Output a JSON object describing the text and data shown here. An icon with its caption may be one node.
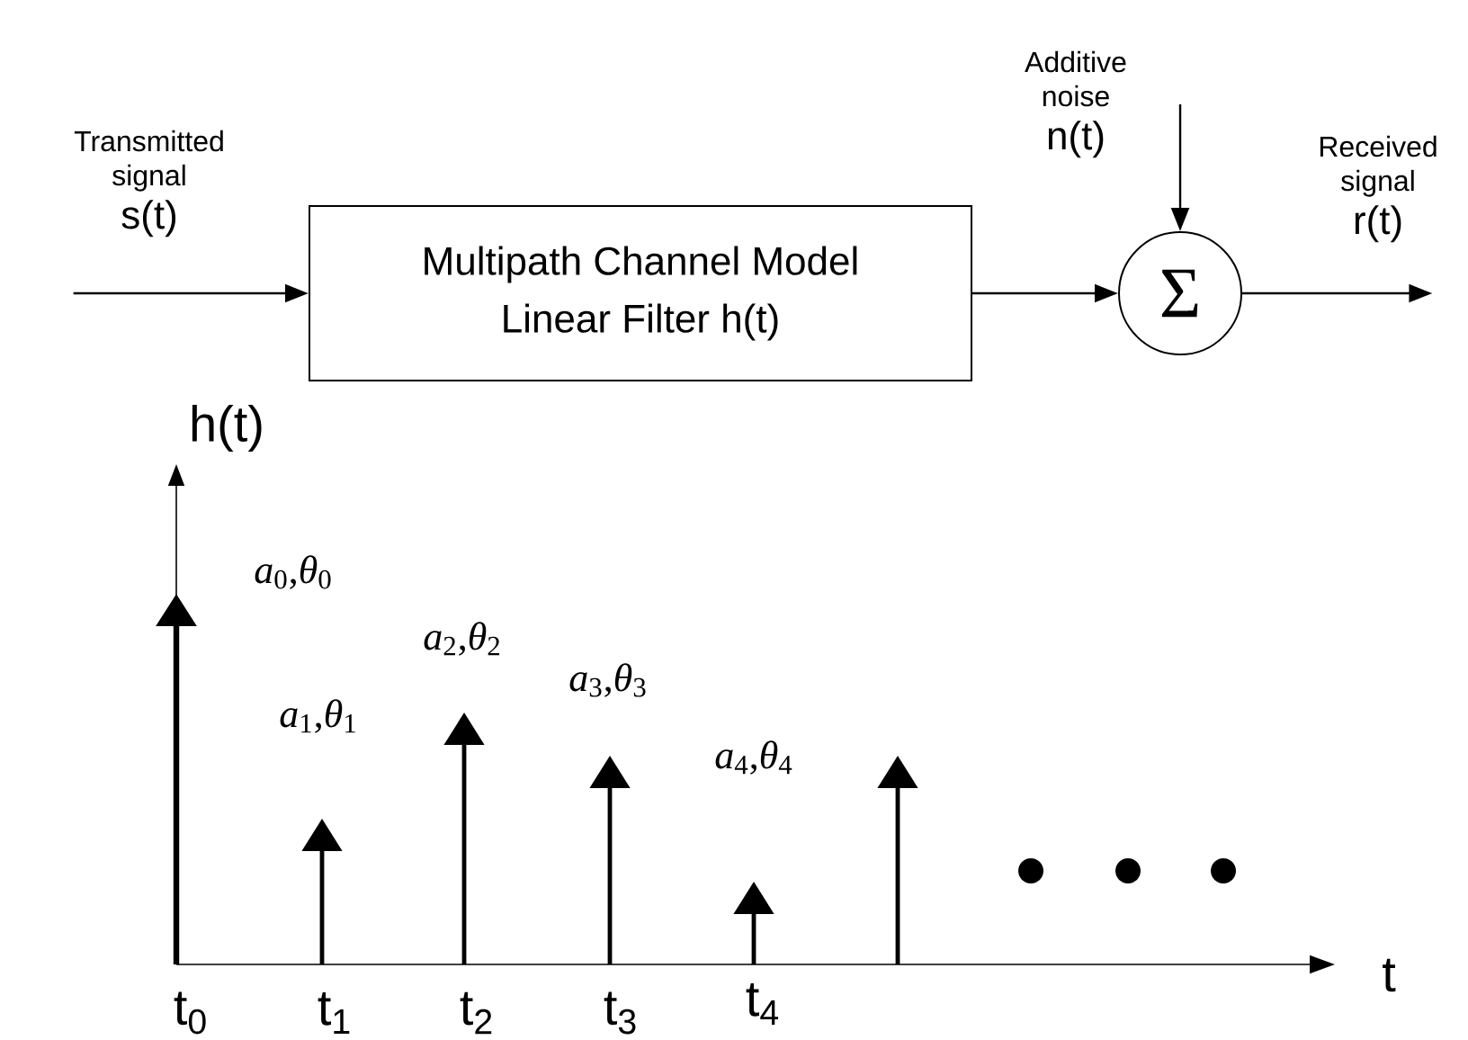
{
  "diagram": {
    "nodes": [
      {
        "text": [
          "Transmitted signal",
          "s(t)"
        ]
      },
      {
        "text": [
          "Multipath Channel Model",
          "Linear Filter h(t)"
        ]
      },
      {
        "text": [
          "Additive noise",
          "n(t)"
        ]
      },
      {
        "text": [
          "Σ"
        ]
      },
      {
        "text": [
          "Received signal",
          "r(t)"
        ]
      }
    ],
    "edges": [
      {
        "from": 0,
        "to": 1,
        "arrow": "to"
      },
      {
        "from": 1,
        "to": 3,
        "arrow": "to"
      },
      {
        "from": 2,
        "to": 3,
        "arrow": "to"
      },
      {
        "from": 3,
        "to": 4,
        "arrow": "to"
      }
    ],
    "labels": [
      "h(t)",
      "*a*$_{0}$,*θ*$_{0}$",
      "*a*$_{2}$,*θ*$_{2}$",
      "*a*$_{3}$,*θ*$_{3}$",
      "*a*$_{1}$,*θ*$_{1}$",
      "*a*$_{4}$,*θ*$_{4}$",
      "t",
      "t$_{0}$",
      "t$_{1}$",
      "t$_{2}$",
      "t$_{3}$",
      "t$_{4}$"
    ]
  }
}
